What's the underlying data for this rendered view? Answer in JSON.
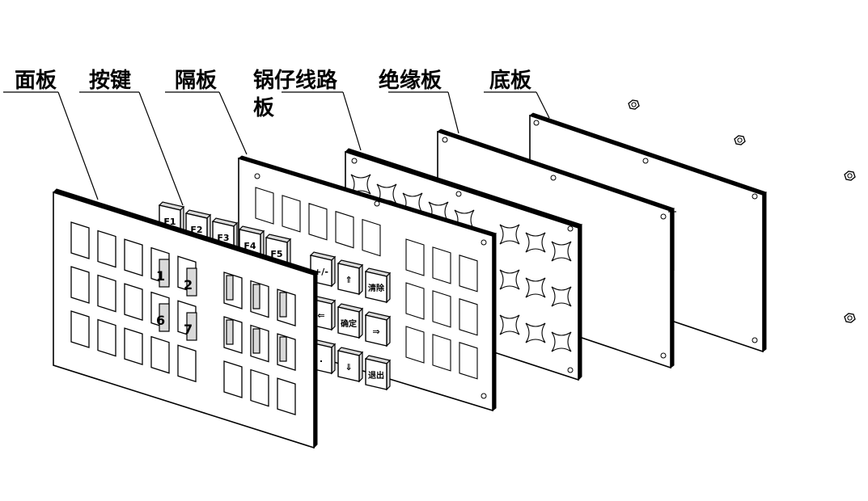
{
  "labels": {
    "face_panel": "面板",
    "keys": "按键",
    "spacer": "隔板",
    "dome_board_line1": "锅仔线路",
    "dome_board_line2": "板",
    "insulation": "绝缘板",
    "base": "底板"
  },
  "keys": {
    "f_keys": [
      "F1",
      "F2",
      "F3",
      "F4",
      "F5"
    ],
    "num_top": [
      "1",
      "2"
    ],
    "num_mid": [
      "6",
      "7"
    ],
    "ctrl_row1": [
      "+/-",
      "⇑",
      "清除"
    ],
    "ctrl_row2": [
      "⇐",
      "确定",
      "⇒"
    ],
    "ctrl_row3": [
      ".",
      "⇓",
      "退出"
    ]
  },
  "colors": {
    "line": "#000000",
    "background": "#ffffff",
    "cap_side": "#d9d9d9"
  }
}
